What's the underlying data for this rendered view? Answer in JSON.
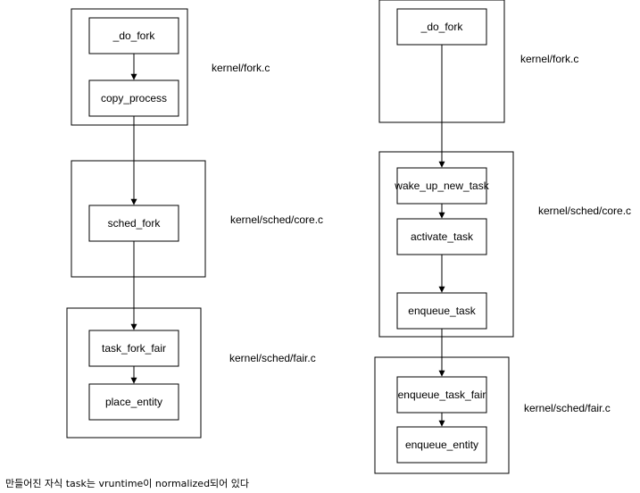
{
  "left": {
    "group1": {
      "file": "kernel/fork.c",
      "nodes": [
        "_do_fork",
        "copy_process"
      ]
    },
    "group2": {
      "file": "kernel/sched/core.c",
      "nodes": [
        "sched_fork"
      ]
    },
    "group3": {
      "file": "kernel/sched/fair.c",
      "nodes": [
        "task_fork_fair",
        "place_entity"
      ]
    }
  },
  "right": {
    "group1": {
      "file": "kernel/fork.c",
      "nodes": [
        "_do_fork"
      ]
    },
    "group2": {
      "file": "kernel/sched/core.c",
      "nodes": [
        "wake_up_new_task",
        "activate_task",
        "enqueue_task"
      ]
    },
    "group3": {
      "file": "kernel/sched/fair.c",
      "nodes": [
        "enqueue_task_fair",
        "enqueue_entity"
      ]
    }
  },
  "caption": "만들어진 자식 task는 vruntime이 normalized되어 있다"
}
